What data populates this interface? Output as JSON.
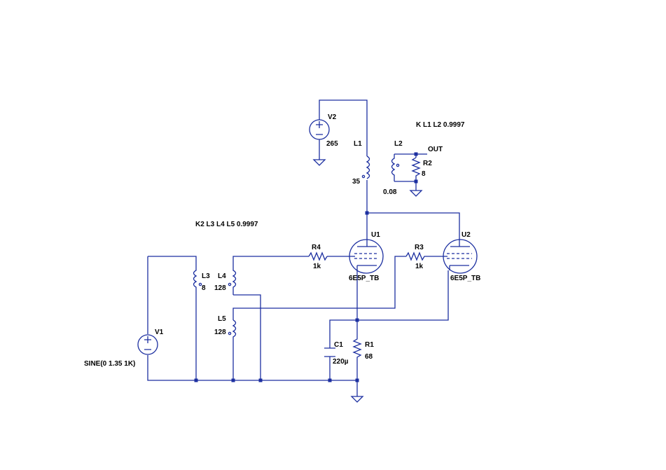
{
  "schematic": {
    "directives": {
      "k1": "K L1 L2 0.9997",
      "k2": "K2 L3 L4 L5 0.9997"
    },
    "components": {
      "v2": {
        "name": "V2",
        "value": "265"
      },
      "v1": {
        "name": "V1",
        "value": "SINE(0 1.35 1K)"
      },
      "l1": {
        "name": "L1",
        "value": "35"
      },
      "l2": {
        "name": "L2",
        "value": "0.08"
      },
      "l3": {
        "name": "L3",
        "value": "8"
      },
      "l4": {
        "name": "L4",
        "value": "128"
      },
      "l5": {
        "name": "L5",
        "value": "128"
      },
      "r1": {
        "name": "R1",
        "value": "68"
      },
      "r2": {
        "name": "R2",
        "value": "8"
      },
      "r3": {
        "name": "R3",
        "value": "1k"
      },
      "r4": {
        "name": "R4",
        "value": "1k"
      },
      "c1": {
        "name": "C1",
        "value": "220µ"
      },
      "u1": {
        "name": "U1",
        "value": "6E5P_TB"
      },
      "u2": {
        "name": "U2",
        "value": "6E5P_TB"
      }
    },
    "net_labels": {
      "out": "OUT"
    },
    "colors": {
      "wire": "#1c2fa0",
      "component": "#1c2fa0",
      "text": "#000000"
    }
  }
}
